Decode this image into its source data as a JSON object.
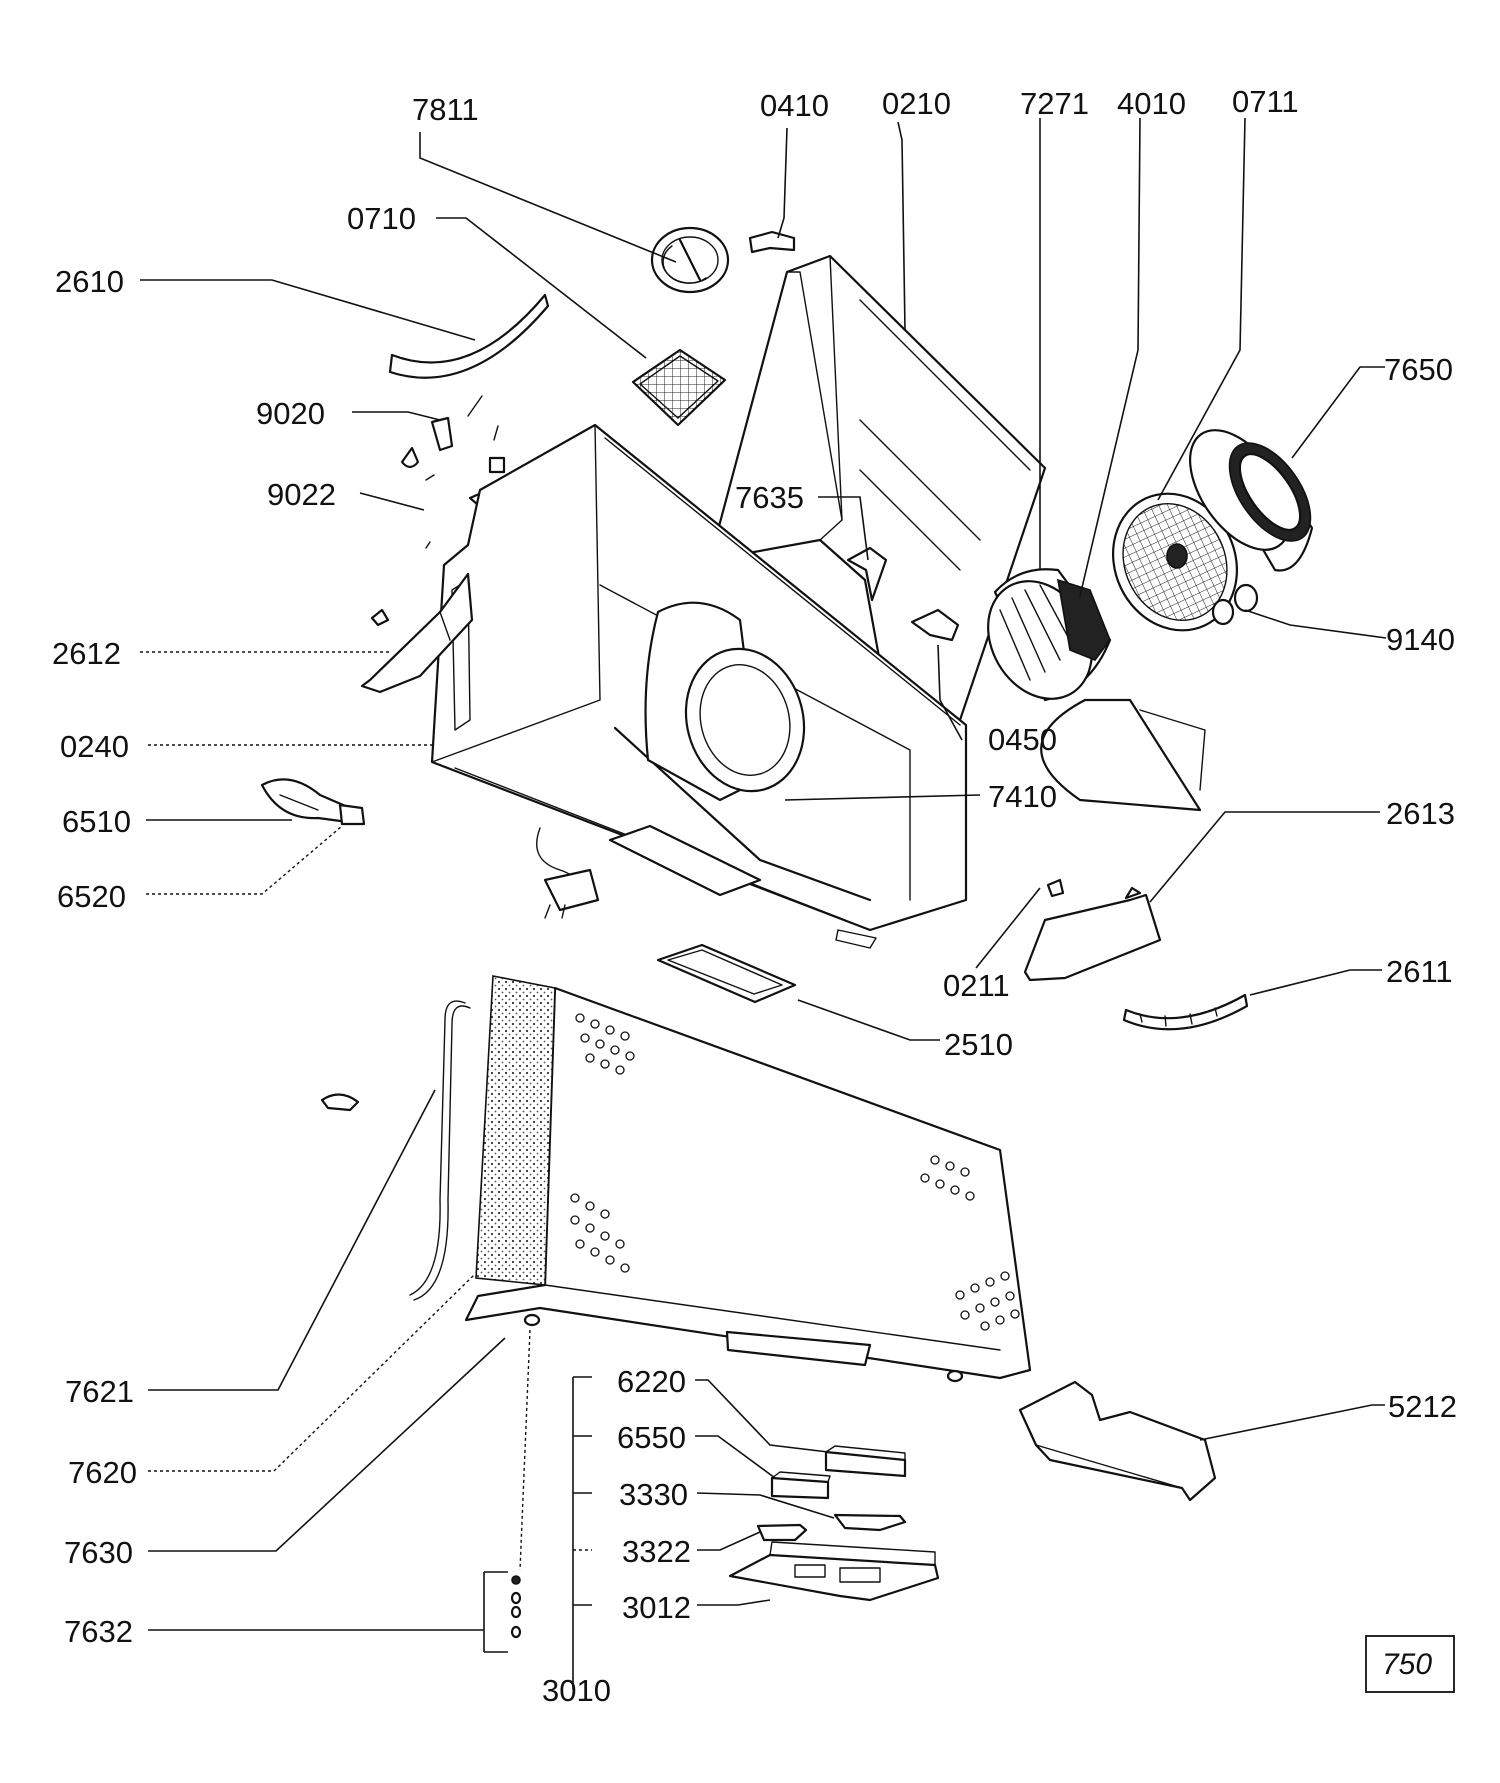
{
  "diagram": {
    "type": "exploded-parts-diagram",
    "page_number": "750",
    "parts": [
      {
        "id": "7811",
        "label": "7811"
      },
      {
        "id": "0410",
        "label": "0410"
      },
      {
        "id": "0210",
        "label": "0210"
      },
      {
        "id": "7271",
        "label": "7271"
      },
      {
        "id": "4010",
        "label": "4010"
      },
      {
        "id": "0711",
        "label": "0711"
      },
      {
        "id": "0710",
        "label": "0710"
      },
      {
        "id": "2610",
        "label": "2610"
      },
      {
        "id": "7650",
        "label": "7650"
      },
      {
        "id": "9020",
        "label": "9020"
      },
      {
        "id": "9022",
        "label": "9022"
      },
      {
        "id": "7635",
        "label": "7635"
      },
      {
        "id": "9140",
        "label": "9140"
      },
      {
        "id": "2612",
        "label": "2612"
      },
      {
        "id": "0450",
        "label": "0450"
      },
      {
        "id": "0240",
        "label": "0240"
      },
      {
        "id": "7410",
        "label": "7410"
      },
      {
        "id": "6510",
        "label": "6510"
      },
      {
        "id": "2613",
        "label": "2613"
      },
      {
        "id": "6520",
        "label": "6520"
      },
      {
        "id": "0211",
        "label": "0211"
      },
      {
        "id": "2611",
        "label": "2611"
      },
      {
        "id": "2510",
        "label": "2510"
      },
      {
        "id": "7621",
        "label": "7621"
      },
      {
        "id": "6220",
        "label": "6220"
      },
      {
        "id": "5212",
        "label": "5212"
      },
      {
        "id": "7620",
        "label": "7620"
      },
      {
        "id": "6550",
        "label": "6550"
      },
      {
        "id": "3330",
        "label": "3330"
      },
      {
        "id": "7630",
        "label": "7630"
      },
      {
        "id": "3322",
        "label": "3322"
      },
      {
        "id": "3012",
        "label": "3012"
      },
      {
        "id": "7632",
        "label": "7632"
      },
      {
        "id": "3010",
        "label": "3010"
      }
    ]
  }
}
